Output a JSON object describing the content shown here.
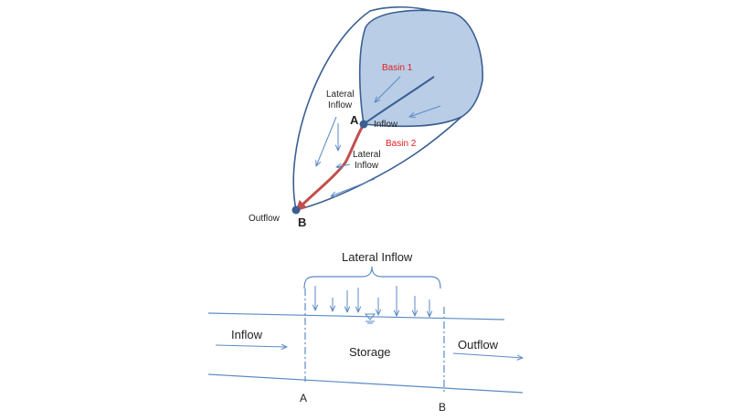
{
  "watershed": {
    "basin1": "Basin 1",
    "basin2": "Basin 2",
    "lateral_inflow_left": [
      "Lateral",
      "Inflow"
    ],
    "lateral_inflow_center": [
      "Lateral",
      "Inflow"
    ],
    "inflow": "Inflow",
    "outflow": "Outflow",
    "point_a": "A",
    "point_b": "B"
  },
  "channel": {
    "lateral_inflow": "Lateral Inflow",
    "inflow": "Inflow",
    "outflow": "Outflow",
    "storage": "Storage",
    "section_a": "A",
    "section_b": "B"
  },
  "colors": {
    "outline": "#3a5f93",
    "basin_fill": "#b9cde6",
    "arrow": "#5b8ac4",
    "river": "#c0504d",
    "basin_label": "#e02020"
  }
}
